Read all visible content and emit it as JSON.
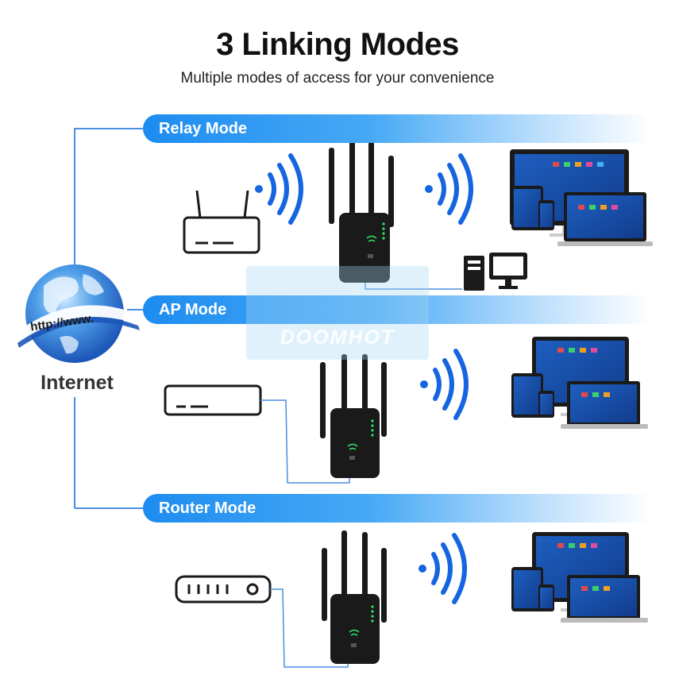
{
  "header": {
    "title": "3 Linking Modes",
    "subtitle": "Multiple modes of access for your convenience"
  },
  "internet": {
    "label": "Internet",
    "globe_text": "http://www."
  },
  "watermark": {
    "brand": "DOOMHOT"
  },
  "modes": [
    {
      "label": "Relay Mode"
    },
    {
      "label": "AP Mode"
    },
    {
      "label": "Router Mode"
    }
  ],
  "colors": {
    "accent_blue": "#1d8cf0",
    "wifi_blue": "#1565e0",
    "line_blue": "#4a8fe0",
    "device_black": "#1a1a1a",
    "led_green": "#2ee66b"
  }
}
